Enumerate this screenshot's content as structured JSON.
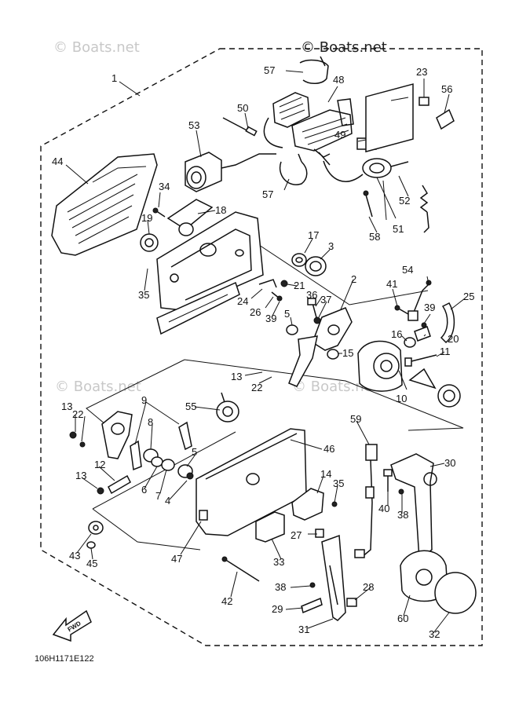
{
  "watermarks": {
    "top_left": "© Boats.net",
    "top_center": "© Boats.net",
    "mid_left": "© Boats.net",
    "mid_center": "© Boats.net"
  },
  "diagram_code": "106H1171E122",
  "fwd_label": "FWD",
  "callouts": {
    "c1": "1",
    "c2": "2",
    "c3": "3",
    "c4": "4",
    "c5a": "5",
    "c5b": "5",
    "c6": "6",
    "c7": "7",
    "c8": "8",
    "c9": "9",
    "c10": "10",
    "c11": "11",
    "c12": "12",
    "c13a": "13",
    "c13b": "13",
    "c13c": "13",
    "c14": "14",
    "c15": "15",
    "c16": "16",
    "c17": "17",
    "c18": "18",
    "c19": "19",
    "c20": "20",
    "c21": "21",
    "c22a": "22",
    "c22b": "22",
    "c23": "23",
    "c24": "24",
    "c25": "25",
    "c26": "26",
    "c27": "27",
    "c28": "28",
    "c29": "29",
    "c30": "30",
    "c31": "31",
    "c32": "32",
    "c33": "33",
    "c34": "34",
    "c35a": "35",
    "c35b": "35",
    "c36": "36",
    "c37": "37",
    "c38a": "38",
    "c38b": "38",
    "c39a": "39",
    "c39b": "39",
    "c40": "40",
    "c41": "41",
    "c42": "42",
    "c43": "43",
    "c44": "44",
    "c45": "45",
    "c46": "46",
    "c47": "47",
    "c48": "48",
    "c49": "49",
    "c50": "50",
    "c51": "51",
    "c52": "52",
    "c53": "53",
    "c54": "54",
    "c55": "55",
    "c56": "56",
    "c57a": "57",
    "c57b": "57",
    "c58": "58",
    "c59": "59",
    "c60": "60"
  }
}
